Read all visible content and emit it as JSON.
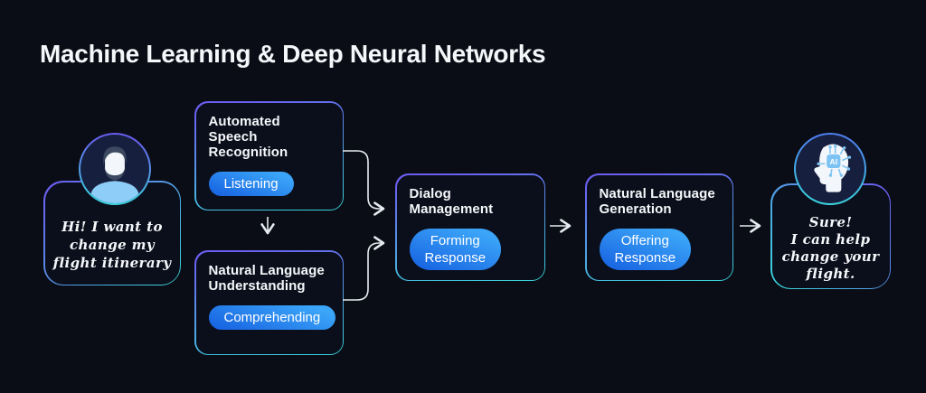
{
  "title": "Machine Learning & Deep Neural Networks",
  "user_bubble": {
    "message": "Hi! I want to\nchange my\nflight itinerary",
    "icon": "person-avatar-icon"
  },
  "ai_bubble": {
    "message": "Sure!\nI can help\nchange your\nflight.",
    "icon": "ai-brain-head-icon",
    "chip_label": "AI"
  },
  "stages": [
    {
      "title": "Automated Speech Recognition",
      "pill": "Listening"
    },
    {
      "title": "Natural Language Understanding",
      "pill": "Comprehending"
    },
    {
      "title": "Dialog Management",
      "pill": "Forming\nResponse"
    },
    {
      "title": "Natural Language Generation",
      "pill": "Offering\nResponse"
    }
  ],
  "connectors": [
    "asr-down-to-nlu-arrow",
    "asr-merge-to-dialog-arrow",
    "nlu-merge-to-dialog-arrow",
    "dialog-to-nlg-arrow",
    "nlg-to-ai-arrow"
  ],
  "colors": {
    "background": "#0a0d15",
    "card_fill": "#0b0f1b",
    "border_purple": "#6a5ff0",
    "border_cyan": "#3bd2dc",
    "pill_top": "#3ba5f8",
    "pill_bottom": "#155fe0",
    "text_white": "#f5f7fa",
    "arrow": "#e6ebf1",
    "avatar_fill": "#161f3e",
    "ring_blue": "#4f80f0",
    "person_shirt": "#8ecdf7",
    "person_face": "#f3f6fa",
    "person_hair": "#3c4960",
    "ai_chip": "#7cc3f3"
  }
}
